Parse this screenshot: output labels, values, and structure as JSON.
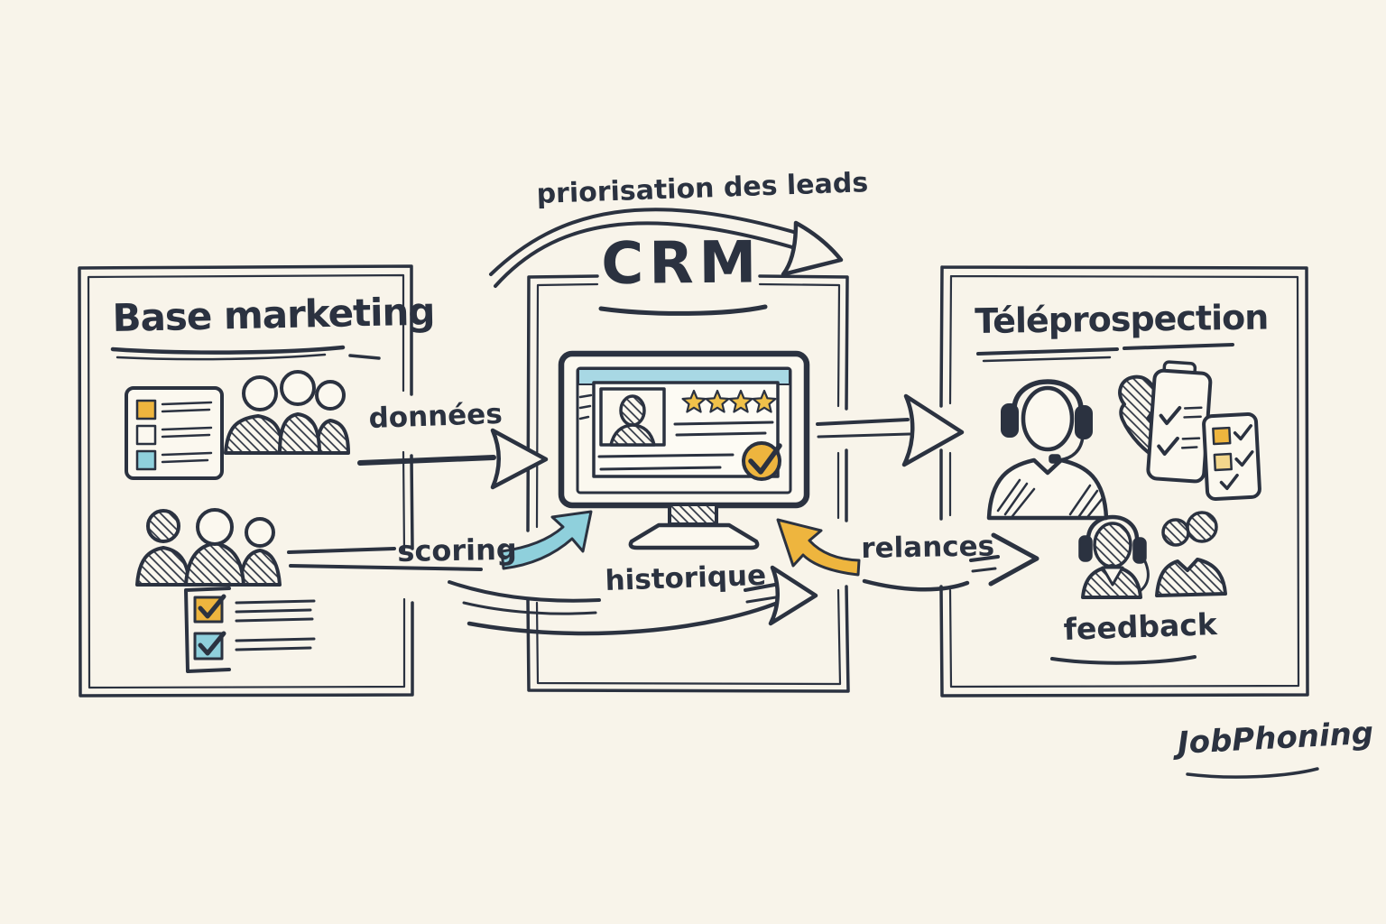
{
  "diagram": {
    "palette": {
      "background": "#f8f4ea",
      "ink": "#2b3240",
      "accent_yellow": "#eeb53e",
      "accent_yellow_light": "#f3d78c",
      "accent_blue": "#8fd0dc",
      "screen_bar_blue": "#a8d8e4"
    },
    "boxes": {
      "left": {
        "title": "Base marketing"
      },
      "crm": {
        "title": "CRM"
      },
      "right": {
        "title": "Téléprospection"
      }
    },
    "flows": {
      "priorisation": "priorisation des leads",
      "donnees": "données",
      "scoring": "scoring",
      "historique": "historique",
      "relances": "relances",
      "feedback": "feedback"
    },
    "logo": "JobPhoning",
    "icons": {
      "contact-list-icon": "sketch page with orange/white/blue checkboxes, text lines and three people",
      "audience-group-icon": "three sketched people, hatched bodies",
      "qualified-checklist-icon": "bracket list with orange and blue checked boxes",
      "crm-monitor-icon": "monitor with lead profile card, 4-star rating, validated check",
      "call-agent-icon": "telemarketer with headset and microphone",
      "phone-handset-icon": "hatched telephone handset",
      "call-script-icon": "notepad with checkmarks and lines",
      "call-checklist-icon": "card with orange checkboxes and checks",
      "feedback-agents-icon": "small agent with headset plus two people"
    }
  }
}
